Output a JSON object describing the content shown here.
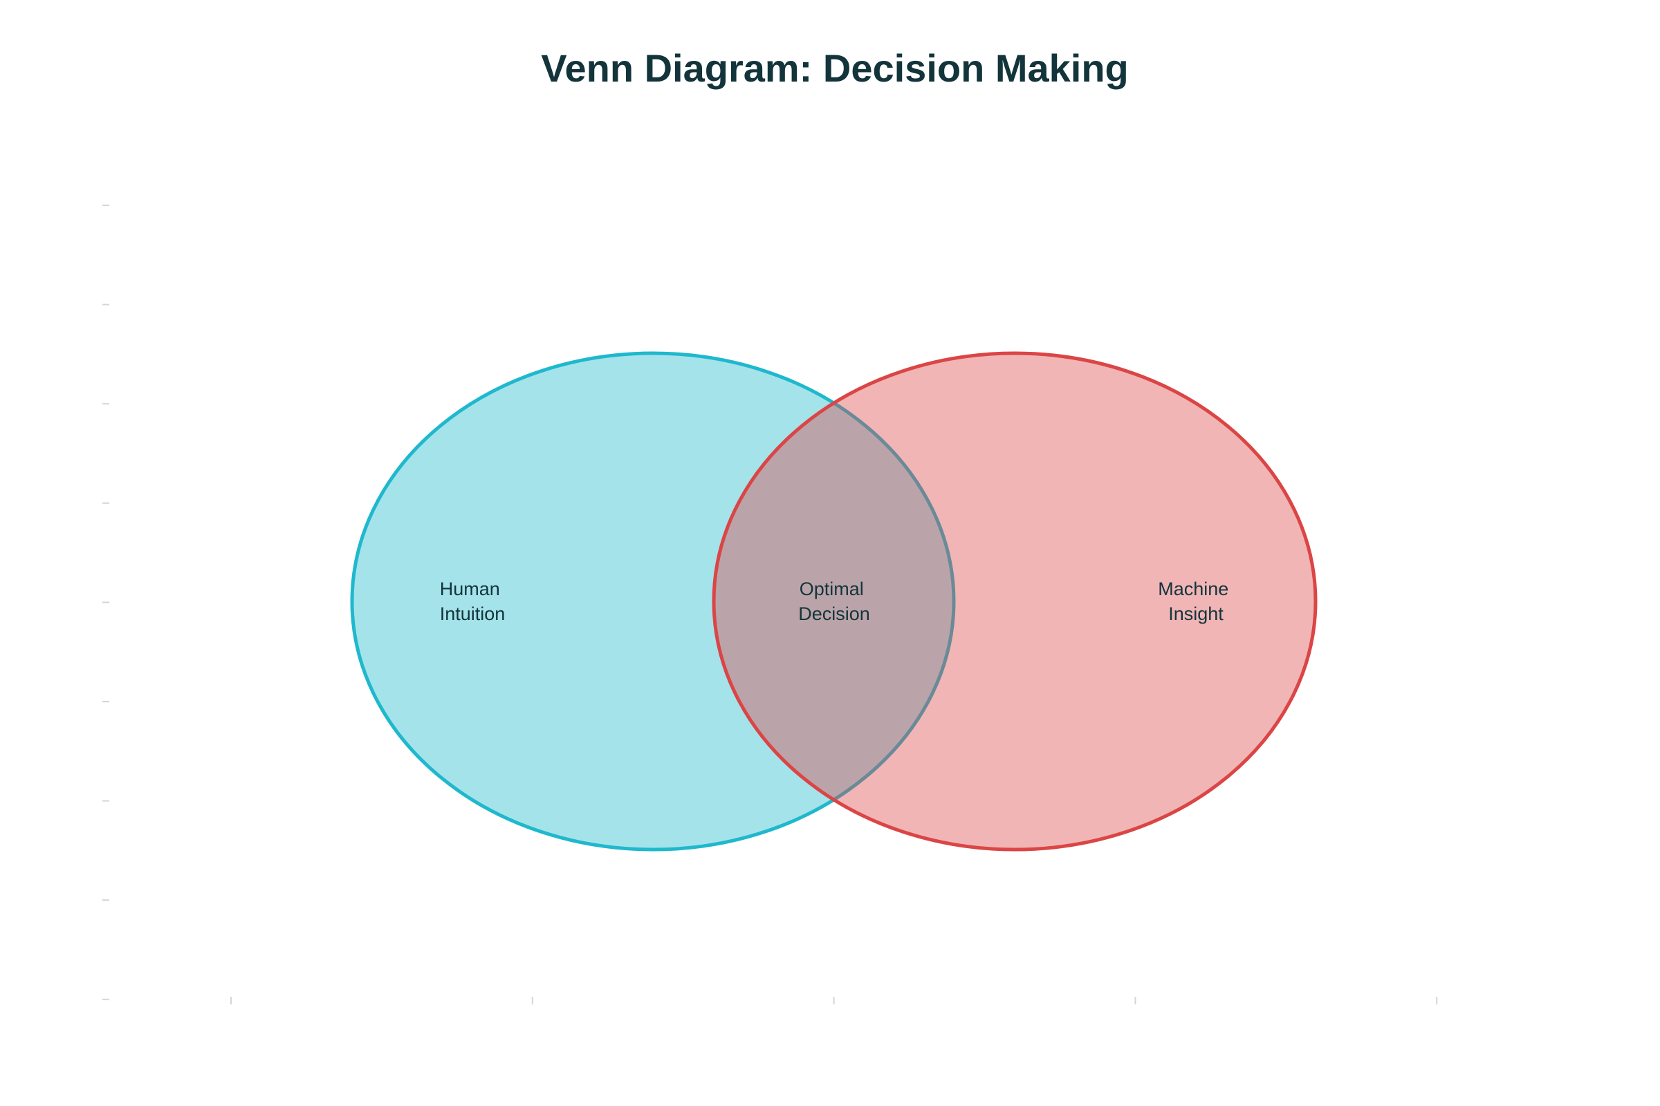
{
  "chart_data": {
    "type": "venn",
    "title": "Venn Diagram: Decision Making",
    "sets": [
      {
        "name": "Human Intuition",
        "label_lines": [
          "Human",
          "Intuition"
        ],
        "color": "#1fb8cd",
        "opacity": 0.4
      },
      {
        "name": "Machine Insight",
        "label_lines": [
          "Machine",
          "Insight"
        ],
        "color": "#db4545",
        "opacity": 0.4
      }
    ],
    "intersection": {
      "name": "Optimal Decision",
      "label_lines": [
        "Optimal",
        "Decision"
      ]
    },
    "grid": false,
    "xlabel": "",
    "ylabel": ""
  }
}
